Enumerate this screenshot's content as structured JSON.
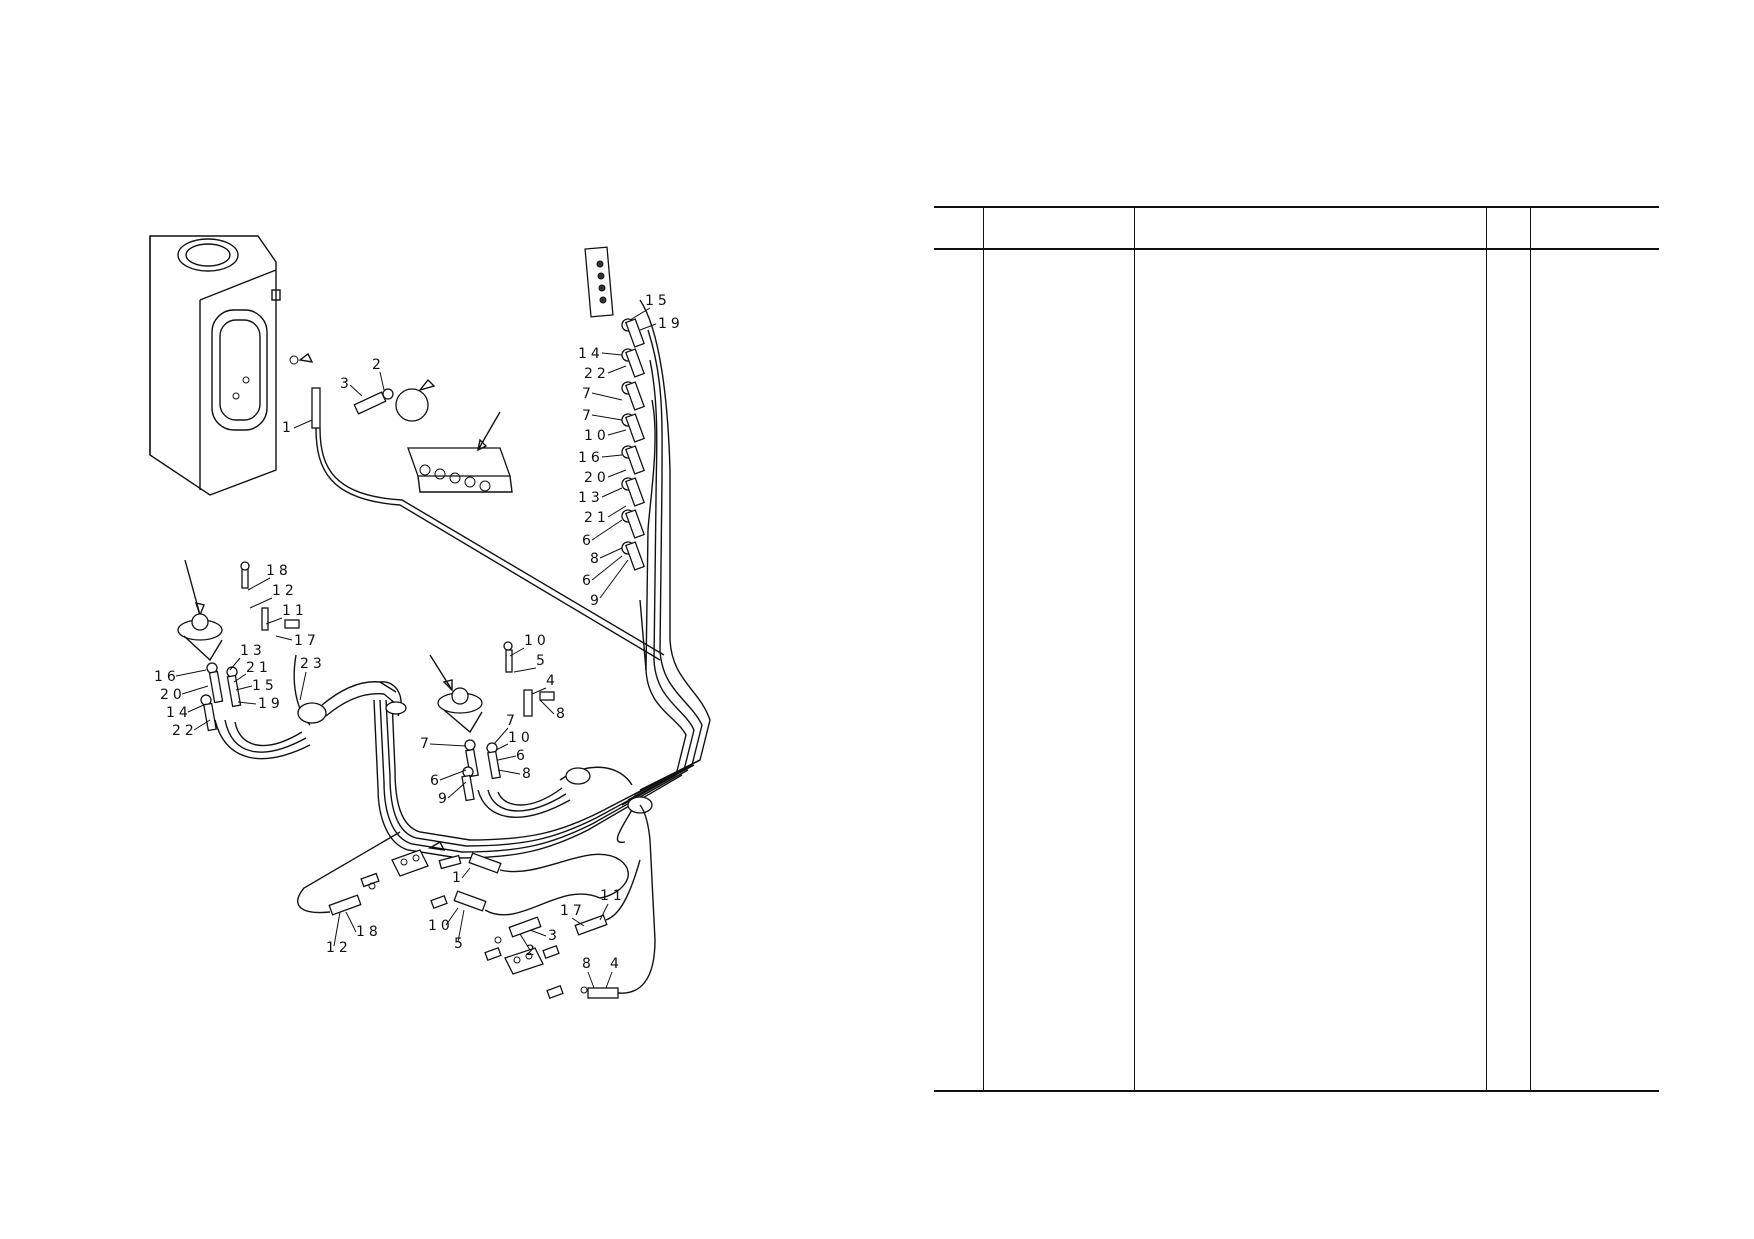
{
  "callouts": {
    "c1": "1",
    "c2": "2",
    "c3": "3",
    "c4": "4",
    "c5": "5",
    "c6": "6",
    "c7": "7",
    "c8": "8",
    "c9": "9",
    "c10": "10",
    "c11": "11",
    "c12": "12",
    "c13": "13",
    "c14": "14",
    "c15": "15",
    "c16": "16",
    "c17": "17",
    "c18": "18",
    "c19": "19",
    "c20": "20",
    "c21": "21",
    "c22": "22",
    "c23": "23"
  },
  "parts_table": {
    "columns": [
      "",
      "",
      "",
      "",
      ""
    ],
    "rows": []
  }
}
